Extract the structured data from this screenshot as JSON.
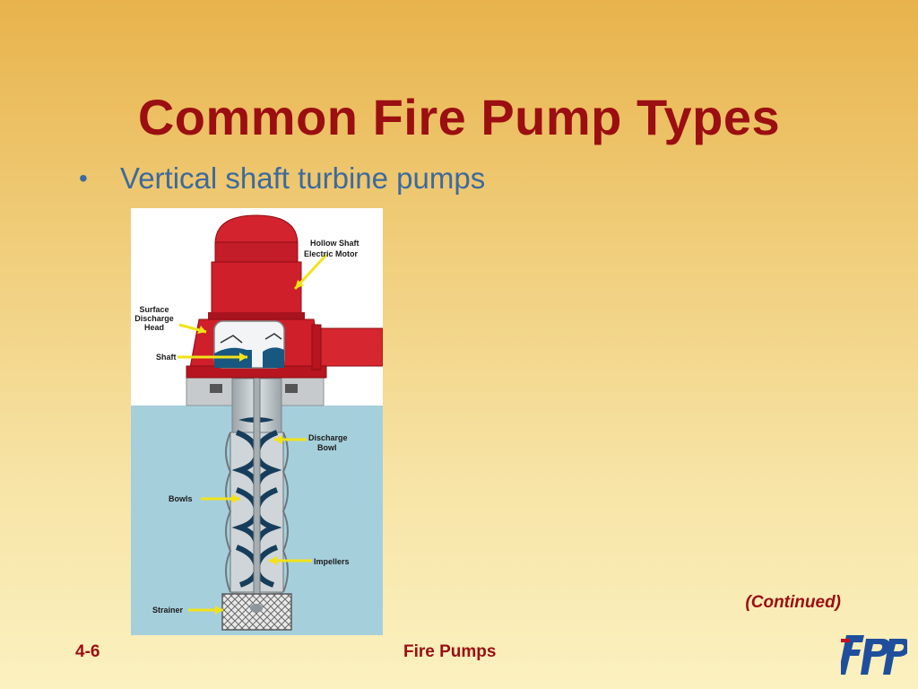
{
  "slide": {
    "title": "Common Fire Pump Types",
    "bullet": "Vertical shaft turbine pumps",
    "continued": "(Continued)",
    "page_number": "4-6",
    "footer_title": "Fire Pumps",
    "logo_text": "IFPP"
  },
  "diagram": {
    "labels": {
      "motor_line1": "Hollow Shaft",
      "motor_line2": "Electric Motor",
      "head_line1": "Surface",
      "head_line2": "Discharge",
      "head_line3": "Head",
      "shaft": "Shaft",
      "discharge_line1": "Discharge",
      "discharge_line2": "Bowl",
      "bowls": "Bowls",
      "impellers": "Impellers",
      "strainer": "Strainer"
    }
  },
  "colors": {
    "title": "#9b0e12",
    "bullet": "#3c6a9e",
    "pump_red": "#cf1f2b",
    "water": "#a6cfdc",
    "arrow": "#f2e21a"
  }
}
